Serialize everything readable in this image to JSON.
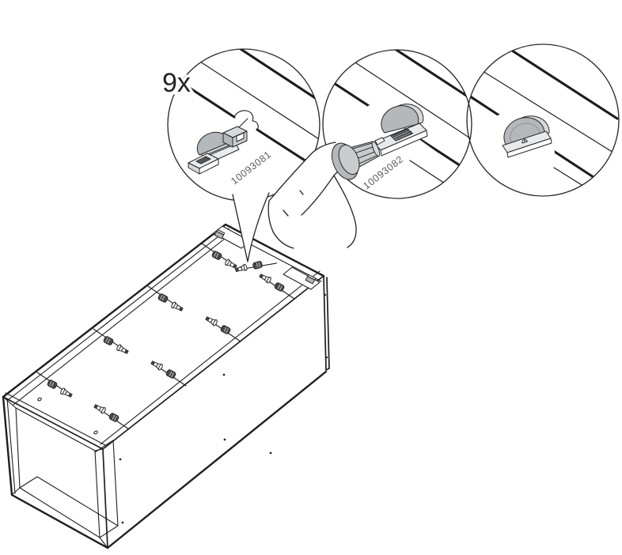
{
  "step": {
    "quantity_label": "9x",
    "parts": [
      {
        "number": "10093081",
        "name": "snap-clip"
      },
      {
        "number": "10093082",
        "name": "push-plug"
      }
    ],
    "fastener_positions_shown": 9
  },
  "icons": {
    "callout_1": "clip-part-at-panel-hole-icon",
    "callout_2": "hand-pushing-plug-into-clip-icon",
    "callout_3": "installed-cap-icon"
  },
  "colors": {
    "line": "#1f1f1f",
    "label_gray": "#5d5d5d",
    "part_gray": "#b4b8ba",
    "part_gray_light": "#d7d9da",
    "part_gray_mid": "#c9cccd",
    "part_base": "#e9eaeb",
    "part_dark": "#45494b",
    "background": "#ffffff"
  }
}
